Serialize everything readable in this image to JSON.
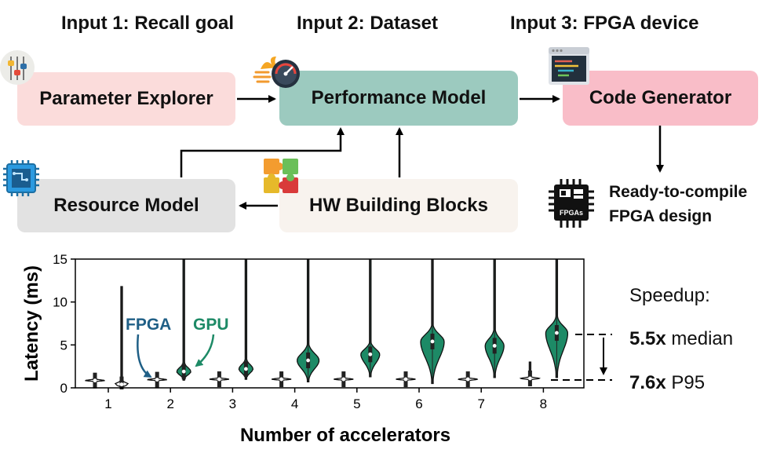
{
  "inputs": {
    "input1": "Input 1: Recall goal",
    "input2": "Input 2: Dataset",
    "input3": "Input 3: FPGA device"
  },
  "boxes": {
    "parameter_explorer": "Parameter Explorer",
    "performance_model": "Performance Model",
    "code_generator": "Code Generator",
    "resource_model": "Resource Model",
    "hw_building_blocks": "HW Building Blocks"
  },
  "output": {
    "line1": "Ready-to-compile",
    "line2": "FPGA design",
    "chip_label": "FPGAs"
  },
  "colors": {
    "parameter_explorer": "#fbdcdb",
    "performance_model": "#9ccabf",
    "code_generator": "#f9bdc8",
    "resource_model": "#e2e2e2",
    "hw_building_blocks": "#f8f3ee",
    "fpga": "#1f5f86",
    "gpu": "#1d8a66"
  },
  "chart_data": {
    "type": "violin",
    "xlabel": "Number of accelerators",
    "ylabel": "Latency (ms)",
    "ylim": [
      0,
      15
    ],
    "yticks": [
      0,
      5,
      10,
      15
    ],
    "categories": [
      "1",
      "2",
      "3",
      "4",
      "5",
      "6",
      "7",
      "8"
    ],
    "series": [
      {
        "name": "FPGA",
        "median": [
          0.85,
          0.95,
          1.0,
          1.0,
          1.0,
          1.0,
          1.0,
          1.1
        ],
        "min": [
          0.7,
          0.8,
          0.85,
          0.85,
          0.85,
          0.85,
          0.8,
          0.9
        ],
        "max": [
          1.0,
          1.1,
          1.2,
          1.2,
          1.2,
          1.2,
          1.5,
          3.0
        ]
      },
      {
        "name": "GPU",
        "median": [
          0.4,
          1.9,
          2.2,
          3.2,
          3.9,
          5.4,
          4.9,
          6.4
        ],
        "min": [
          0.1,
          0.9,
          1.0,
          0.7,
          1.3,
          0.5,
          1.2,
          1.2
        ],
        "max": [
          11.8,
          15,
          15,
          15,
          15,
          15,
          15,
          15
        ]
      }
    ],
    "annotations": {
      "fpga_label": "FPGA",
      "gpu_label": "GPU"
    }
  },
  "speedup": {
    "title": "Speedup:",
    "median_value": "5.5x",
    "median_label": "median",
    "p95_value": "7.6x",
    "p95_label": "P95"
  }
}
